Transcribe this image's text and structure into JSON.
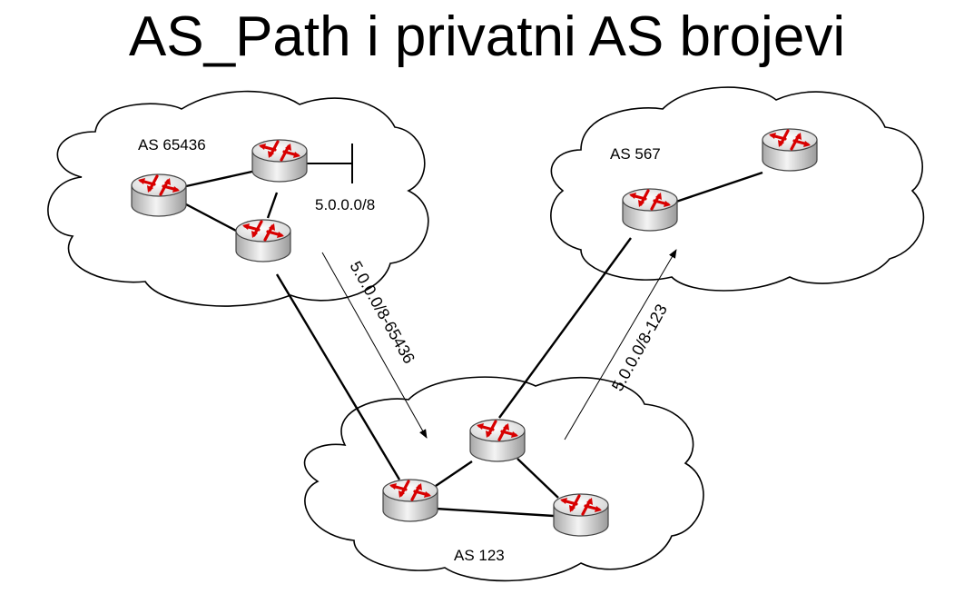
{
  "slide": {
    "title": "AS_Path i privatni AS brojevi"
  },
  "clouds": {
    "as_left": "AS 65436",
    "as_right": "AS 567",
    "as_bottom": "AS 123"
  },
  "prefix": "5.0.0.0/8",
  "advertisements": {
    "left_to_bottom": "5.0.0.0/8-65436",
    "bottom_to_right": "5.0.0.0/8-123"
  }
}
